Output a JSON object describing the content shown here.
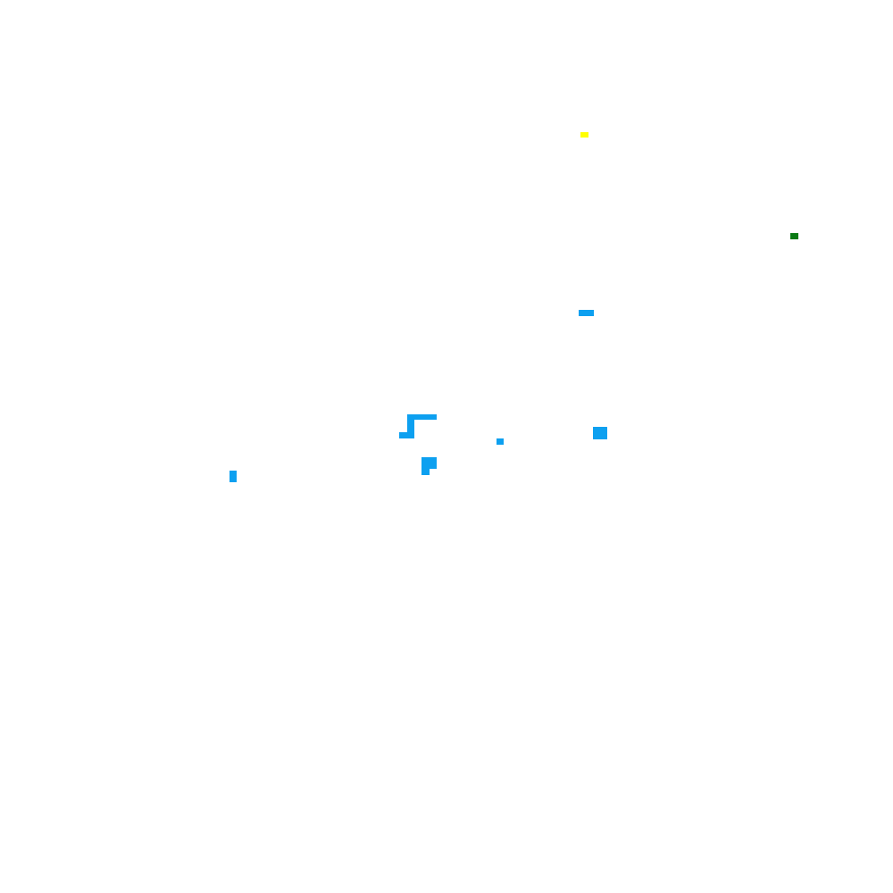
{
  "board": {
    "background": "#ffffff",
    "colors": {
      "water": "#0da0f0",
      "bonus": "#ffff00",
      "marker": "#0a7a14"
    }
  },
  "pieces": [
    {
      "name": "yellow-pixel",
      "kind": "bonus"
    },
    {
      "name": "green-pixel",
      "kind": "marker"
    },
    {
      "name": "blue-bar-upper",
      "kind": "water"
    },
    {
      "name": "blue-hook-top",
      "kind": "water"
    },
    {
      "name": "blue-hook-stem",
      "kind": "water"
    },
    {
      "name": "blue-hook-foot",
      "kind": "water"
    },
    {
      "name": "blue-dot-center",
      "kind": "water"
    },
    {
      "name": "blue-square-right",
      "kind": "water"
    },
    {
      "name": "blue-block-lower",
      "kind": "water"
    },
    {
      "name": "blue-block-lower-tail",
      "kind": "water"
    },
    {
      "name": "blue-bar-left",
      "kind": "water"
    }
  ]
}
